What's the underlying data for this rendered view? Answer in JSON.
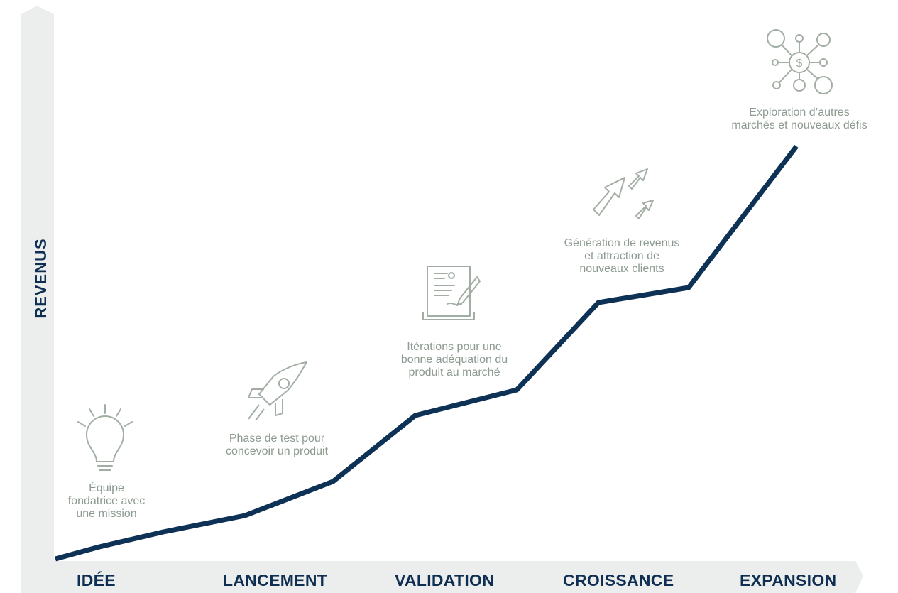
{
  "axis": {
    "y_label": "REVENUS"
  },
  "stages": [
    {
      "label": "IDÉE",
      "description_lines": [
        "Équipe",
        "fondatrice avec",
        "une mission"
      ],
      "icon": "lightbulb-icon"
    },
    {
      "label": "LANCEMENT",
      "description_lines": [
        "Phase de test pour",
        "concevoir un produit"
      ],
      "icon": "rocket-icon"
    },
    {
      "label": "VALIDATION",
      "description_lines": [
        "Itérations pour une",
        "bonne adéquation du",
        "produit au marché"
      ],
      "icon": "document-signature-icon"
    },
    {
      "label": "CROISSANCE",
      "description_lines": [
        "Génération de revenus",
        "et attraction de",
        "nouveaux clients"
      ],
      "icon": "growth-arrows-icon"
    },
    {
      "label": "EXPANSION",
      "description_lines": [
        "Exploration d’autres",
        "marchés et nouveaux défis"
      ],
      "icon": "market-network-icon"
    }
  ],
  "colors": {
    "line": "#0e3156",
    "axis_band": "#eceeed",
    "text_muted": "#8c9a8f",
    "label": "#0f2f52"
  }
}
